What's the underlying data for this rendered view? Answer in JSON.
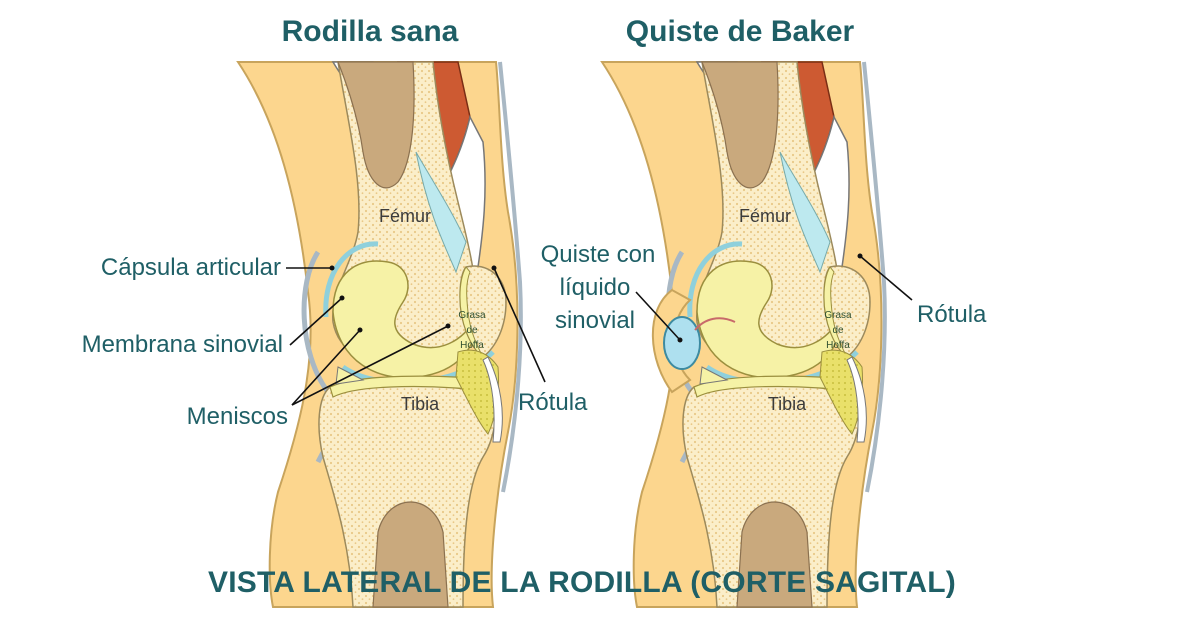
{
  "panels": [
    {
      "title": "Rodilla sana",
      "femur_label": "Fémur",
      "tibia_label": "Tibia",
      "fat_pad_label": [
        "Grasa",
        "de",
        "Hoffa"
      ],
      "callouts": {
        "capsule": "Cápsula articular",
        "synovial_membrane": "Membrana sinovial",
        "menisci": "Meniscos",
        "patella": "Rótula"
      }
    },
    {
      "title": "Quiste de Baker",
      "femur_label": "Fémur",
      "tibia_label": "Tibia",
      "fat_pad_label": [
        "Grasa",
        "de",
        "Hoffa"
      ],
      "callouts": {
        "cyst": [
          "Quiste con",
          "líquido",
          "sinovial"
        ],
        "patella": "Rótula"
      }
    }
  ],
  "footer": "VISTA LATERAL DE LA RODILLA (CORTE SAGITAL)",
  "colors": {
    "skin": "#fcd68e",
    "skin_outline": "#c8a45c",
    "bone_spongy": "#fbeec9",
    "bone_dot": "#e9c887",
    "marrow": "#c9a97d",
    "cartilage": "#f6f2a6",
    "synovial": "#bde9ef",
    "capsule": "#a9b8c4",
    "muscle": "#cd5a32",
    "fat_pad": "#e9e06a",
    "cyst": "#aee0ef",
    "text": "#1f5f66"
  }
}
